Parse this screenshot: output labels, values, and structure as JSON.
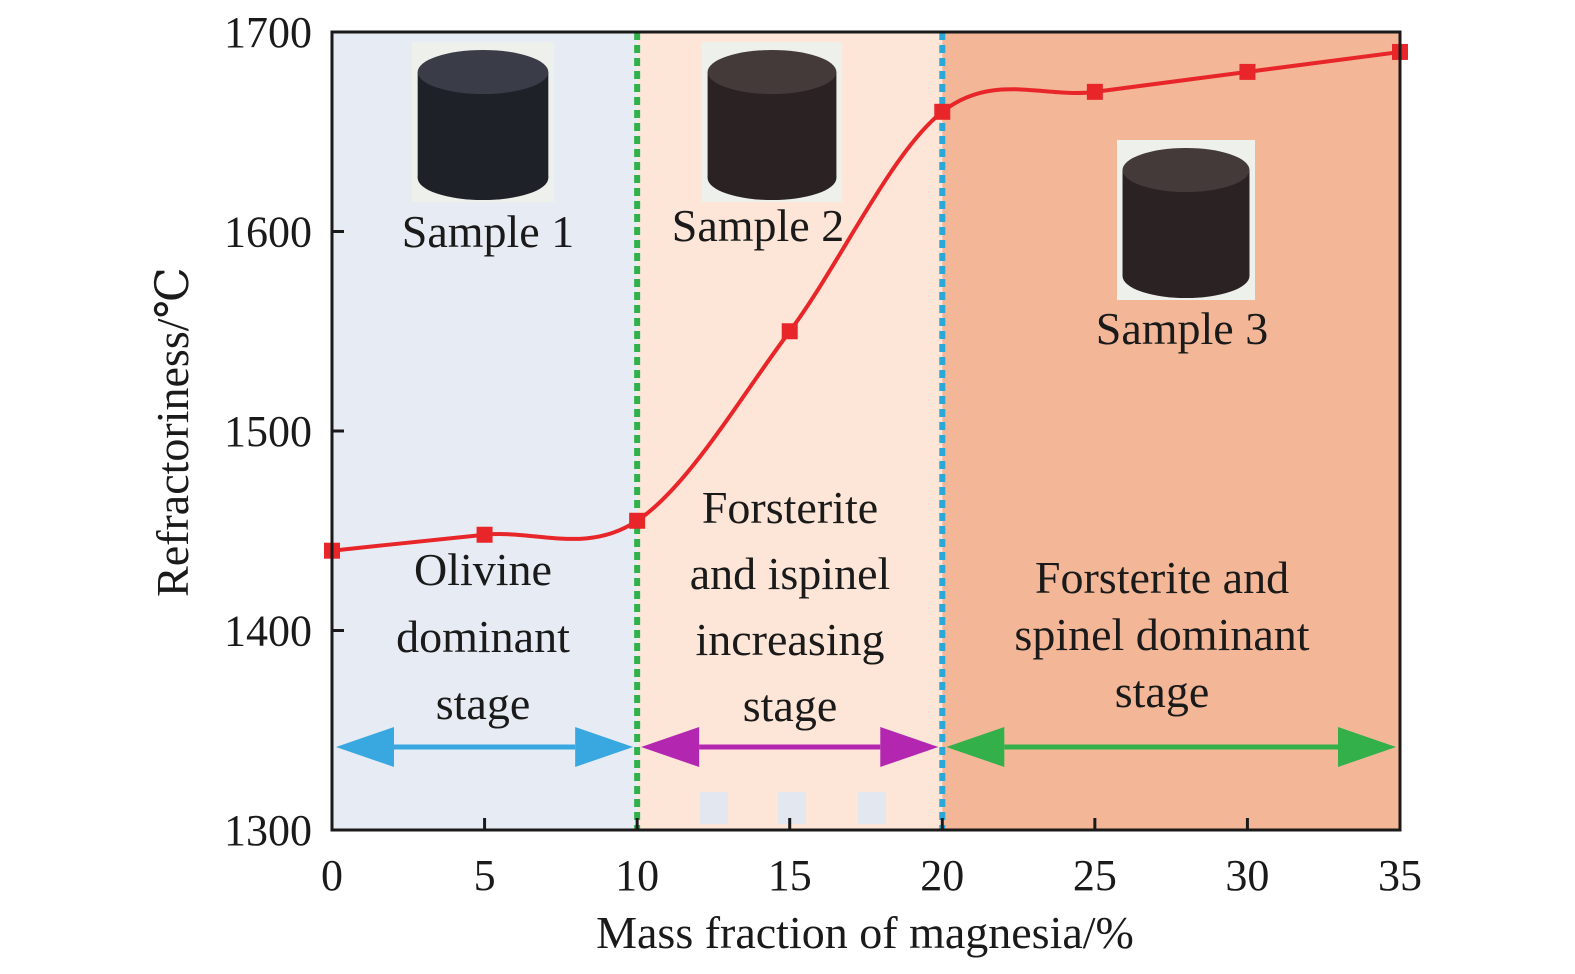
{
  "chart_data": {
    "type": "line",
    "xlabel": "Mass fraction of magnesia/%",
    "ylabel": "Refractoriness/℃",
    "xlim": [
      0,
      35
    ],
    "ylim": [
      1300,
      1700
    ],
    "xticks": [
      "0",
      "5",
      "10",
      "15",
      "20",
      "25",
      "30",
      "35"
    ],
    "yticks": [
      "1300",
      "1400",
      "1500",
      "1600",
      "1700"
    ],
    "series": [
      {
        "color": "#e8262a",
        "marker": "square",
        "x": [
          0,
          5,
          10,
          15,
          20,
          25,
          30,
          35
        ],
        "y": [
          1440,
          1448,
          1455,
          1550,
          1660,
          1670,
          1680,
          1690
        ]
      }
    ],
    "stages": [
      {
        "x_start": 0,
        "x_end": 10,
        "color": "#e7ebf3",
        "divider_color": "#2fb24b",
        "arrow_color": "#3aa8e0",
        "lines": [
          "Olivine",
          "dominant",
          "stage"
        ],
        "sample": "Sample 1"
      },
      {
        "x_start": 10,
        "x_end": 20,
        "color": "#fde5d7",
        "divider_color": "#2aa8d8",
        "arrow_color": "#b326b0",
        "lines": [
          "Forsterite",
          "and ispinel",
          "increasing",
          "stage"
        ],
        "sample": "Sample 2"
      },
      {
        "x_start": 20,
        "x_end": 35,
        "color": "#f3b798",
        "arrow_color": "#33b04a",
        "lines": [
          "Forsterite and",
          "spinel dominant",
          "stage"
        ],
        "sample": "Sample 3"
      }
    ],
    "grid": false,
    "legend": "none"
  }
}
